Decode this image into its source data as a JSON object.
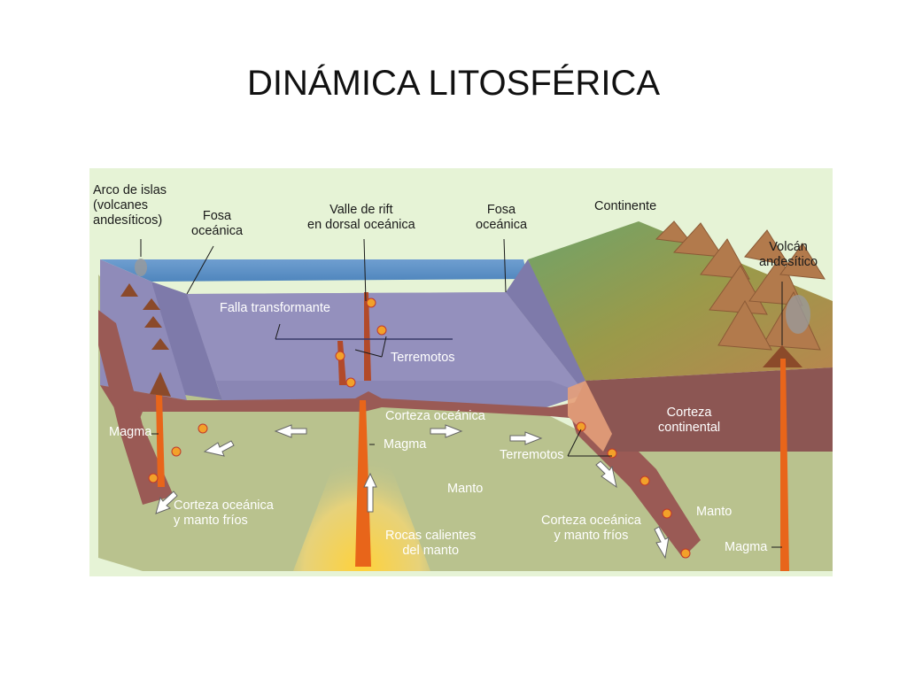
{
  "title": "DINÁMICA LITOSFÉRICA",
  "colors": {
    "ocean": "#5b8fc4",
    "ocean_crust": "#8a86b4",
    "crust_band": "#9a5a55",
    "mantle": "#b9c28e",
    "continental_crust": "#8c5653",
    "continent_top": "#9a9a4a",
    "mountains": "#b27a4c",
    "magma": "#e8651a",
    "background": "#e6f3d6"
  },
  "icons": [
    "volcano-icon",
    "earthquake-star-icon",
    "flow-arrow-icon",
    "smoke-plume-icon"
  ],
  "labels": {
    "arco_islas": [
      "Arco de islas",
      "(volcanes",
      "andesíticos)"
    ],
    "fosa_left": [
      "Fosa",
      "oceánica"
    ],
    "valle_rift": [
      "Valle de rift",
      "en dorsal oceánica"
    ],
    "fosa_right": [
      "Fosa",
      "oceánica"
    ],
    "continente": "Continente",
    "volcan_andesitico": [
      "Volcán",
      "andesítico"
    ],
    "falla_transformante": "Falla transformante",
    "terremotos_top": "Terremotos",
    "corteza_oceanica": "Corteza oceánica",
    "corteza_continental": [
      "Corteza",
      "continental"
    ],
    "magma_left": "Magma",
    "magma_center": "Magma",
    "terremotos_mid": "Terremotos",
    "manto_center": "Manto",
    "manto_right": "Manto",
    "corteza_manto_frios_left": [
      "Corteza oceánica",
      "y manto fríos"
    ],
    "corteza_manto_frios_right": [
      "Corteza oceánica",
      "y manto fríos"
    ],
    "rocas_calientes": [
      "Rocas calientes",
      "del manto"
    ],
    "magma_right": "Magma"
  }
}
